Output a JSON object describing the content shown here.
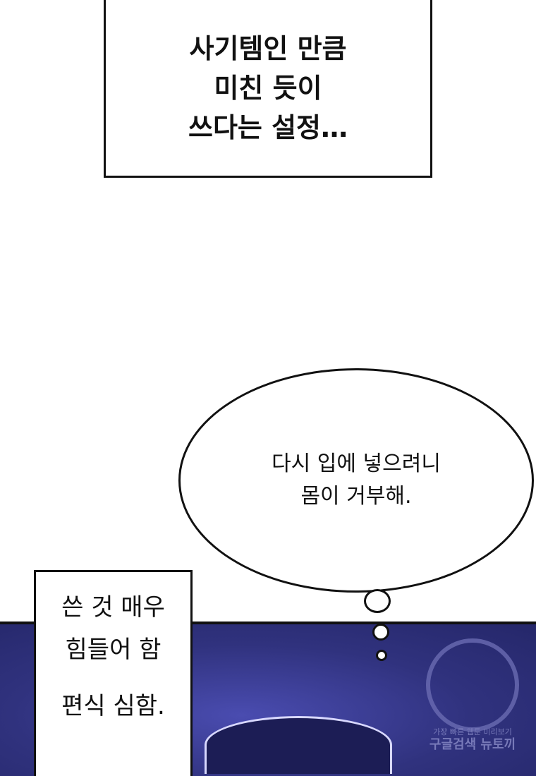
{
  "caption_top": {
    "lines": [
      "사기템인 만큼",
      "미친 듯이",
      "쓰다는 설정…"
    ]
  },
  "speech_bubble": {
    "lines": [
      "다시 입에 넣으려니",
      "몸이 거부해."
    ]
  },
  "caption_left": {
    "lines": [
      "쓴 것 매우",
      "힘들어 함",
      "편식 심함."
    ]
  },
  "watermark": {
    "line1": "가장 빠른 웹툰 미리보기",
    "line2": "구글검색 뉴토끼"
  },
  "colors": {
    "panel_bg": "#30327e",
    "outline": "#111111"
  }
}
